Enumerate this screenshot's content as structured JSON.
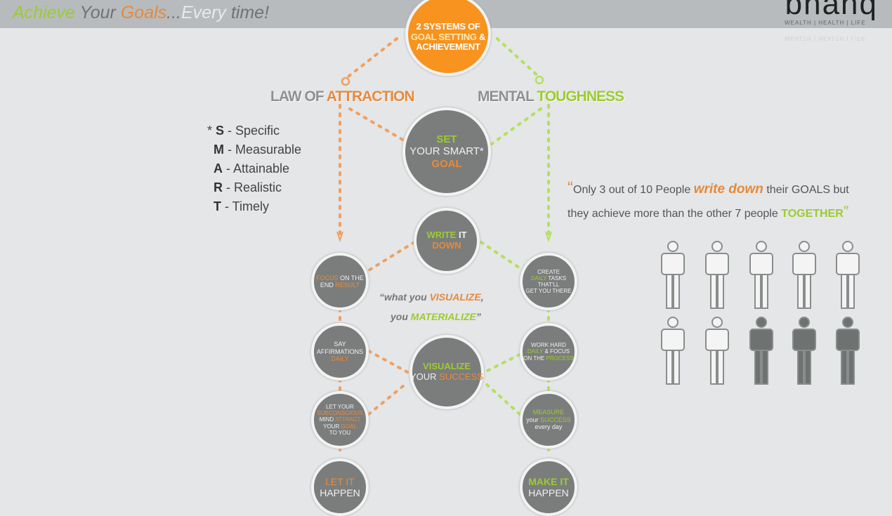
{
  "header": {
    "title_parts": [
      "Achieve",
      "Your",
      "Goals",
      "...",
      "Every",
      "time!"
    ],
    "logo_tagline": "WEALTH | HEALTH | LIFE"
  },
  "top": {
    "line1": "2 SYSTEMS OF",
    "line2a": "GOAL SETTING",
    "line2b": "&",
    "line3": "ACHIEVEMENT"
  },
  "left_heading": {
    "a": "LAW OF ",
    "b": "ATTRACTION"
  },
  "right_heading": {
    "a": "MENTAL ",
    "b": "TOUGHNESS"
  },
  "smart": [
    {
      "l": "S",
      "t": " - Specific",
      "prefix": "* "
    },
    {
      "l": "M",
      "t": " - Measurable"
    },
    {
      "l": "A",
      "t": " - Attainable"
    },
    {
      "l": "R",
      "t": " - Realistic"
    },
    {
      "l": "T",
      "t": " - Timely"
    }
  ],
  "center": {
    "set": {
      "a": "SET",
      "b": "YOUR SMART*",
      "c": "GOAL"
    },
    "write": {
      "a": "WRITE",
      "b": " IT",
      "c": "DOWN"
    },
    "visualize": {
      "a": "VISUALIZE",
      "b": "YOUR ",
      "c": "SUCCESS"
    }
  },
  "left": [
    {
      "a": "FOCUS",
      "b": " ON THE",
      "c": "END ",
      "d": "RESULT"
    },
    {
      "a": "SAY",
      "b": "AFFIRMATIONS",
      "c": "DAILY"
    },
    {
      "a": "LET YOUR",
      "b": "SUBCONSCIOUS",
      "c": "MIND ",
      "d": "ATTRACT",
      "e": "YOUR ",
      "f": "GOAL",
      "g": "TO YOU"
    },
    {
      "a": "LET IT",
      "b": "HAPPEN"
    }
  ],
  "right": [
    {
      "a": "CREATE",
      "b": "DAILY",
      "c": " TASKS",
      "d": "THAT'LL",
      "e": "GET YOU THERE"
    },
    {
      "a": "WORK HARD",
      "b": "DAILY",
      "c": " & FOCUS",
      "d": "ON THE ",
      "e": "PROCESS"
    },
    {
      "a": "MEASURE",
      "b": "your ",
      "c": "SUCCESS",
      "d": "every day"
    },
    {
      "a": "MAKE IT",
      "b": "HAPPEN"
    }
  ],
  "visualize_quote": {
    "a": "what you ",
    "b": "VISUALIZE",
    ",": ",",
    "c": "you ",
    "d": "MATERIALIZE"
  },
  "stat_quote": {
    "l1a": "Only 3 out of 10 People ",
    "l1b": "write down",
    "l1c": " their GOALS but",
    "l2a": "they achieve more than the other 7 people ",
    "l2b": "TOGETHER"
  },
  "people": {
    "total": 10,
    "highlighted": 3
  },
  "colors": {
    "orange": "#f7931e",
    "green": "#9ccc2e",
    "circle": "#7b7d7c",
    "person_light": "#f4f4f4",
    "person_dark": "#6e7270"
  }
}
